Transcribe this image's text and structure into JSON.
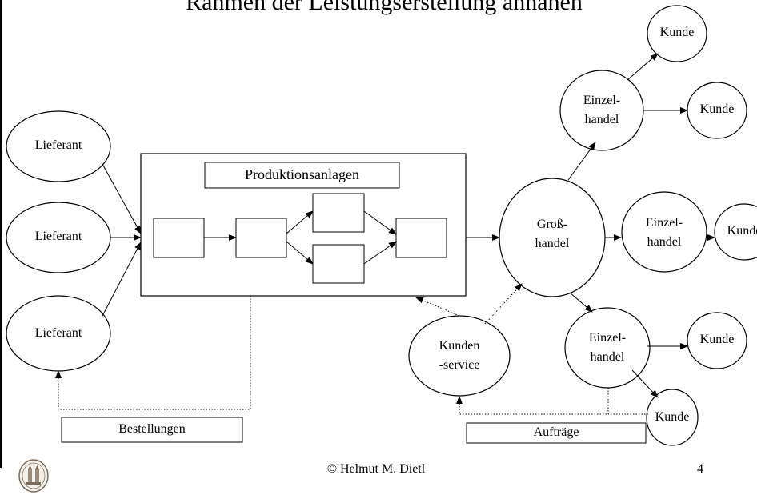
{
  "title": "Rahmen der Leistungserstellung ahnahen",
  "suppliers": [
    "Lieferant",
    "Lieferant",
    "Lieferant"
  ],
  "production": {
    "label": "Produktionsanlagen"
  },
  "wholesale": {
    "line1": "Groß-",
    "line2": "handel"
  },
  "retail": [
    {
      "line1": "Einzel-",
      "line2": "handel"
    },
    {
      "line1": "Einzel-",
      "line2": "handel"
    },
    {
      "line1": "Einzel-",
      "line2": "handel"
    }
  ],
  "customers": [
    "Kunde",
    "Kunde",
    "Kunde",
    "Kunde",
    "Kunde"
  ],
  "service": {
    "line1": "Kunden",
    "line2": "-service"
  },
  "orders_box": {
    "label": "Bestellungen"
  },
  "auftraege_box": {
    "label": "Aufträge"
  },
  "footer": {
    "copyright": "© Helmut M. Dietl",
    "page": "4"
  },
  "logo": {
    "name": "university-seal-logo"
  }
}
